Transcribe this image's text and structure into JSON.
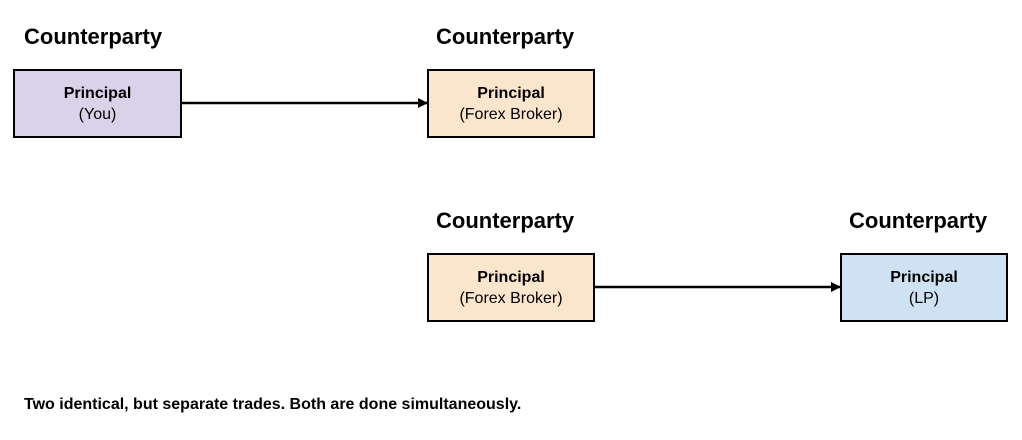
{
  "colors": {
    "you_fill": "#d9d2e9",
    "broker_fill": "#fce5cd",
    "lp_fill": "#cfe2f3",
    "border": "#000000",
    "arrow": "#000000"
  },
  "trade1": {
    "left": {
      "heading": "Counterparty",
      "role": "Principal",
      "party": "(You)"
    },
    "right": {
      "heading": "Counterparty",
      "role": "Principal",
      "party": "(Forex Broker)"
    }
  },
  "trade2": {
    "left": {
      "heading": "Counterparty",
      "role": "Principal",
      "party": "(Forex Broker)"
    },
    "right": {
      "heading": "Counterparty",
      "role": "Principal",
      "party": "(LP)"
    }
  },
  "footnote": "Two identical, but separate trades. Both are done simultaneously."
}
